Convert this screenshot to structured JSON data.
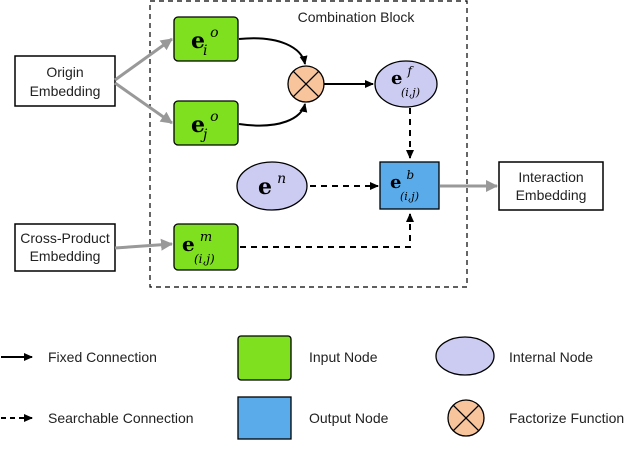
{
  "diagram": {
    "block_title": "Combination Block",
    "origin_embedding": [
      "Origin",
      "Embedding"
    ],
    "cross_product_embedding": [
      "Cross-Product",
      "Embedding"
    ],
    "interaction_embedding": [
      "Interaction",
      "Embedding"
    ],
    "nodes": {
      "e_i_o": {
        "base": "e",
        "sup": "o",
        "sub": "i"
      },
      "e_j_o": {
        "base": "e",
        "sup": "o",
        "sub": "j"
      },
      "e_ij_m": {
        "base": "e",
        "sup": "m",
        "sub": "(i,j)"
      },
      "e_n": {
        "base": "e",
        "sup": "n"
      },
      "e_ij_f": {
        "base": "e",
        "sup": "f",
        "sub": "(i,j)"
      },
      "e_ij_b": {
        "base": "e",
        "sup": "b",
        "sub": "(i,j)"
      }
    }
  },
  "legend": {
    "fixed_connection": "Fixed Connection",
    "searchable_connection": "Searchable Connection",
    "input_node": "Input Node",
    "output_node": "Output Node",
    "internal_node": "Internal Node",
    "factorize_function": "Factorize Function"
  },
  "colors": {
    "input_node": "#7ee01e",
    "output_node": "#5aabea",
    "internal_node": "#ccccf2",
    "factorize": "#f7c49c",
    "gray_arrow": "#999999"
  }
}
